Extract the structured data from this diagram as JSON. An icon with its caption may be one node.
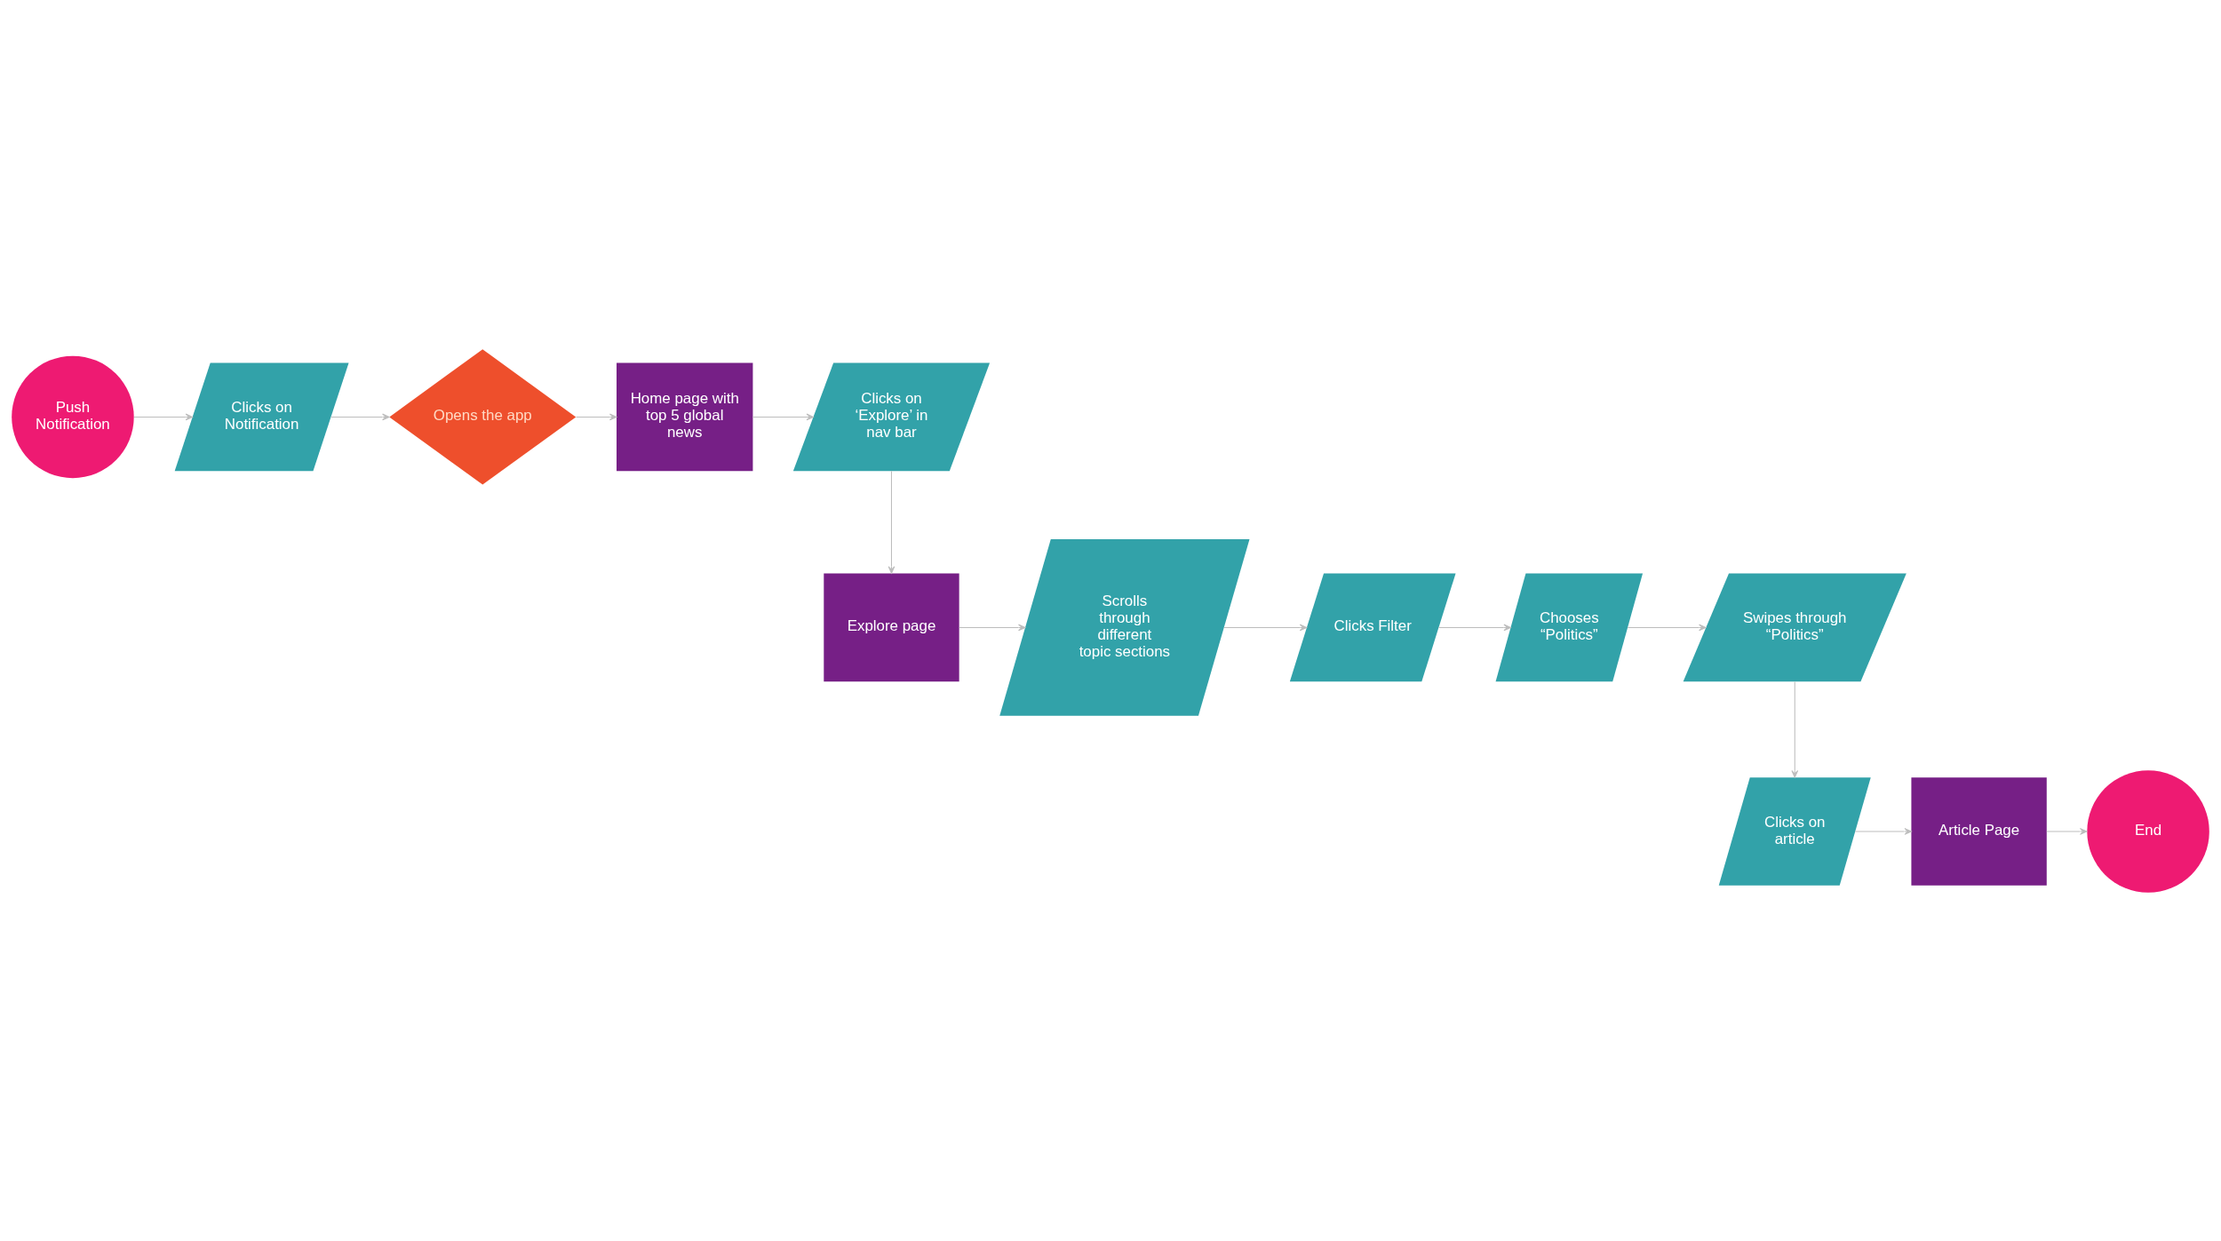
{
  "diagram": {
    "nodes": [
      {
        "text": [
          "Push Notification"
        ]
      },
      {
        "text": [
          "Clicks on Notification"
        ]
      },
      {
        "text": [
          "Opens the app"
        ]
      },
      {
        "text": [
          "Home page with top 5 global news"
        ]
      },
      {
        "text": [
          "Clicks on ‘Explore’ in nav bar"
        ]
      },
      {
        "text": [
          "Explore page"
        ]
      },
      {
        "text": [
          "Scrolls through different topic sections"
        ]
      },
      {
        "text": [
          "Clicks Filter"
        ]
      },
      {
        "text": [
          "Chooses “Politics”"
        ]
      },
      {
        "text": [
          "Swipes through “Politics”"
        ]
      },
      {
        "text": [
          "Clicks on article"
        ]
      },
      {
        "text": [
          "Article Page"
        ]
      },
      {
        "text": [
          "End"
        ]
      }
    ],
    "edges": [
      {
        "from": 0,
        "to": 1,
        "arrow": "to"
      },
      {
        "from": 1,
        "to": 2,
        "arrow": "to"
      },
      {
        "from": 2,
        "to": 3,
        "arrow": "to"
      },
      {
        "from": 3,
        "to": 4,
        "arrow": "to"
      },
      {
        "from": 4,
        "to": 5,
        "arrow": "to"
      },
      {
        "from": 5,
        "to": 6,
        "arrow": "to"
      },
      {
        "from": 6,
        "to": 7,
        "arrow": "to"
      },
      {
        "from": 7,
        "to": 8,
        "arrow": "to"
      },
      {
        "from": 8,
        "to": 9,
        "arrow": "to"
      },
      {
        "from": 9,
        "to": 10,
        "arrow": "to"
      },
      {
        "from": 10,
        "to": 11,
        "arrow": "to"
      },
      {
        "from": 11,
        "to": 12,
        "arrow": "to"
      }
    ]
  }
}
